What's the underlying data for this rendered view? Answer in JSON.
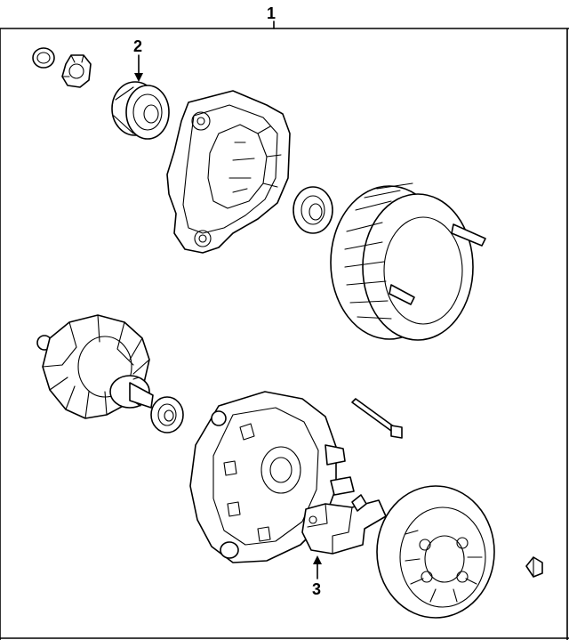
{
  "diagram": {
    "callouts": [
      {
        "label": "1"
      },
      {
        "label": "2"
      },
      {
        "label": "3"
      }
    ]
  }
}
